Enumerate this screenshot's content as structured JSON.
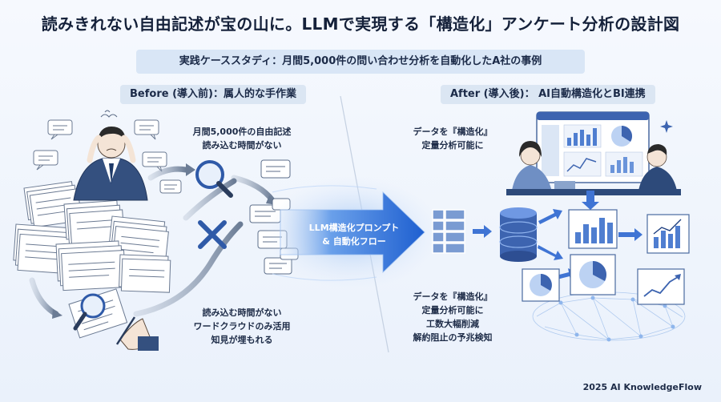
{
  "title": "読みきれない自由記述が宝の山に。LLMで実現する「構造化」アンケート分析の設計図",
  "subtitle": "実践ケーススタディ：月間5,000件の問い合わせ分析を自動化したA社の事例",
  "before": {
    "heading": "Before (導入前)：属人的な手作業",
    "note_top": [
      "月間5,000件の自由記述",
      "読み込む時間がない"
    ],
    "note_bottom": [
      "読み込む時間がない",
      "ワードクラウドのみ活用",
      "知見が埋もれる"
    ]
  },
  "center": {
    "arrow_label": [
      "LLM構造化プロンプト",
      "& 自動化フロー"
    ]
  },
  "after": {
    "heading": "After (導入後)： AI自動構造化とBI連携",
    "note_top": [
      "データを『構造化』",
      "定量分析可能に"
    ],
    "note_bottom": [
      "データを『構造化』",
      "定量分析可能に",
      "工数大幅削減",
      "解約阻止の予兆検知"
    ]
  },
  "footer": "2025 AI KnowledgeFlow",
  "colors": {
    "accent": "#2f6fd6",
    "navy": "#1d2b47",
    "light_blue": "#dbe6f3"
  },
  "icons": [
    "paper-stack-icon",
    "stressed-person-icon",
    "magnifier-icon",
    "cross-icon",
    "speech-bubble-icon",
    "table-grid-icon",
    "database-icon",
    "bar-chart-icon",
    "pie-chart-icon",
    "line-chart-icon",
    "dashboard-icon",
    "network-icon"
  ]
}
